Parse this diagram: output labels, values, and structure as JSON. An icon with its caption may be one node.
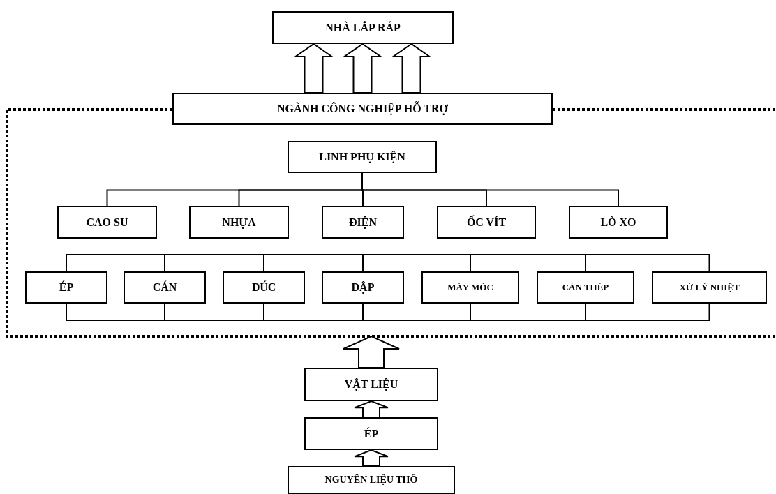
{
  "diagram": {
    "nodes": [
      {
        "text": [
          "NHÀ LẮP RÁP"
        ]
      },
      {
        "text": [
          "NGÀNH CÔNG NGHIỆP HỖ TRỢ"
        ]
      },
      {
        "text": [],
        "shape": "box"
      },
      {
        "text": [
          "LINH PHỤ KIỆN"
        ],
        "in": 2
      },
      {
        "text": [
          "CAO SU"
        ],
        "in": 2
      },
      {
        "text": [
          "NHỰA"
        ],
        "in": 2
      },
      {
        "text": [
          "ĐIỆN"
        ],
        "in": 2
      },
      {
        "text": [
          "ỐC VÍT"
        ],
        "in": 2
      },
      {
        "text": [
          "LÒ XO"
        ],
        "in": 2
      },
      {
        "text": [
          "ÉP"
        ],
        "in": 2
      },
      {
        "text": [
          "CÁN"
        ],
        "in": 2
      },
      {
        "text": [
          "ĐÚC"
        ],
        "in": 2
      },
      {
        "text": [
          "DẬP"
        ],
        "in": 2
      },
      {
        "text": [
          "MÁY MÓC"
        ],
        "in": 2
      },
      {
        "text": [
          "CÁN THÉP"
        ],
        "in": 2
      },
      {
        "text": [
          "XỬ LÝ NHIỆT"
        ],
        "in": 2
      },
      {
        "text": [
          "VẬT LIỆU"
        ]
      },
      {
        "text": [
          "ÉP"
        ]
      },
      {
        "text": [
          "NGUYÊN LIỆU THÔ"
        ]
      }
    ],
    "edges": [
      {
        "from": 1,
        "to": 0,
        "arrow": "to",
        "style": "thick"
      },
      {
        "from": 1,
        "to": 0,
        "arrow": "to",
        "style": "thick"
      },
      {
        "from": 1,
        "to": 0,
        "arrow": "to",
        "style": "thick"
      },
      {
        "from": 3,
        "to": 4,
        "arrow": "none"
      },
      {
        "from": 3,
        "to": 5,
        "arrow": "none"
      },
      {
        "from": 3,
        "to": 6,
        "arrow": "none"
      },
      {
        "from": 3,
        "to": 7,
        "arrow": "none"
      },
      {
        "from": 3,
        "to": 8,
        "arrow": "none"
      },
      {
        "from": 9,
        "to": 10,
        "arrow": "none"
      },
      {
        "from": 10,
        "to": 11,
        "arrow": "none"
      },
      {
        "from": 11,
        "to": 12,
        "arrow": "none"
      },
      {
        "from": 12,
        "to": 13,
        "arrow": "none"
      },
      {
        "from": 13,
        "to": 14,
        "arrow": "none"
      },
      {
        "from": 14,
        "to": 15,
        "arrow": "none"
      },
      {
        "from": 9,
        "to": 10,
        "arrow": "none"
      },
      {
        "from": 10,
        "to": 11,
        "arrow": "none"
      },
      {
        "from": 11,
        "to": 12,
        "arrow": "none"
      },
      {
        "from": 12,
        "to": 13,
        "arrow": "none"
      },
      {
        "from": 13,
        "to": 14,
        "arrow": "none"
      },
      {
        "from": 14,
        "to": 15,
        "arrow": "none"
      },
      {
        "from": 16,
        "to": 2,
        "arrow": "to",
        "style": "thick"
      },
      {
        "from": 17,
        "to": 16,
        "arrow": "to",
        "style": "thick"
      },
      {
        "from": 18,
        "to": 17,
        "arrow": "to",
        "style": "thick"
      }
    ]
  }
}
